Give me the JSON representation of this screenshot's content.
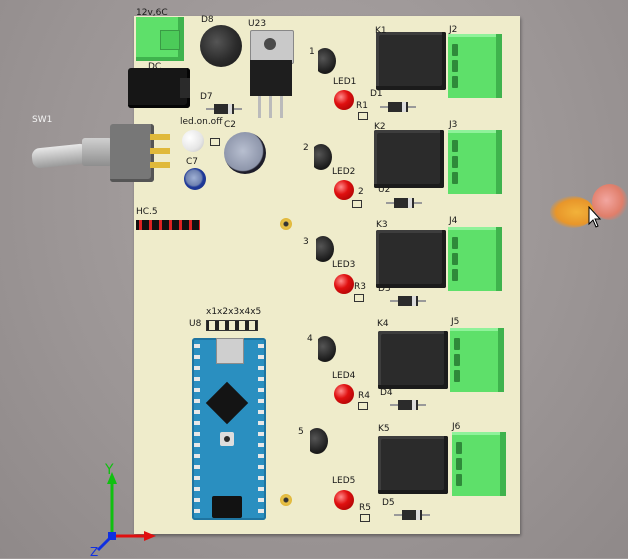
{
  "labels": {
    "pwr_in": "12v,6C",
    "dc": "DC",
    "d8": "D8",
    "u23": "U23",
    "d7": "D7",
    "sw1": "SW1",
    "c2": "C2",
    "led_on_off": "led.on.off",
    "c7": "C7",
    "hc5": "HC.5",
    "x_pins": "x1x2x3x4x5",
    "u8": "U8",
    "k1": "K1",
    "k2": "K2",
    "k3": "K3",
    "k4": "K4",
    "k5": "K5",
    "j2": "J2",
    "j3": "J3",
    "j4": "J4",
    "j5": "J5",
    "j6": "J6",
    "led1": "LED1",
    "led2": "LED2",
    "led3": "LED3",
    "led4": "LED4",
    "led5": "LED5",
    "d1": "D1",
    "u2": "U2",
    "d3": "D3",
    "d4": "D4",
    "d5": "D5",
    "r1": "R1",
    "r2": "2",
    "r3": "R3",
    "r4": "R4",
    "r5": "R5",
    "q1": "1",
    "q2": "2",
    "q3": "3",
    "q4": "4",
    "q5": "5",
    "axis_y": "Y",
    "axis_z": "Z"
  },
  "colors": {
    "background": "#9e9898",
    "pcb": "#efeccb",
    "terminal_green": "#5ee06a",
    "relay_black": "#2b2b2b",
    "led_red": "#e01010",
    "arduino_blue": "#2a8fc0",
    "axis_x": "#e01010",
    "axis_y": "#10c010",
    "axis_z": "#1030e0"
  },
  "icons": {
    "cursor": "arrow-cursor-icon",
    "axis_triad": "xyz-axis-triad-icon",
    "rotate_indicator": "rotation-indicator-icon"
  }
}
